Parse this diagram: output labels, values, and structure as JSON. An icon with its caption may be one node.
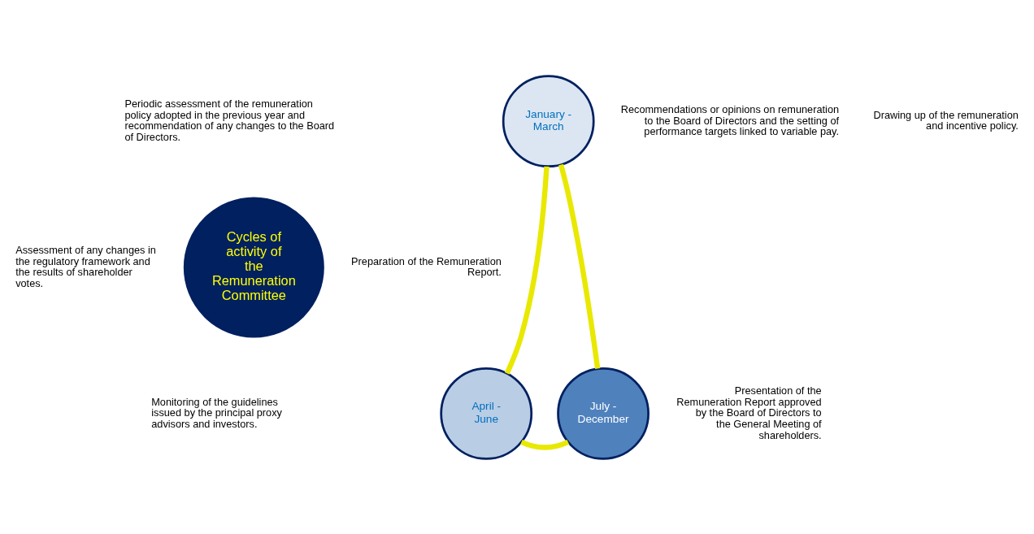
{
  "diagram": {
    "nodes": [
      {
        "text": [
          "January - March"
        ]
      },
      {
        "text": [
          "Cycles of activity of the Remuneration Committee"
        ]
      },
      {
        "text": [
          "July - December"
        ]
      },
      {
        "text": [
          "April - June"
        ]
      }
    ],
    "edges": [
      {
        "from": 0,
        "to": 3,
        "arrow": "none"
      },
      {
        "from": 3,
        "to": 2,
        "arrow": "none"
      },
      {
        "from": 2,
        "to": 0,
        "arrow": "none"
      }
    ],
    "labels": [
      "Periodic assessment of the remuneration policy adopted in the previous year and recommendation of any changes to the Board of Directors.",
      "Recommendations or opinions on remuneration to the Board of Directors and the setting of performance targets linked to variable pay.",
      "Drawing up of the remuneration and incentive policy.",
      "Assessment of any changes in the regulatory framework and the results of shareholder votes.",
      "Preparation of the Remuneration Report.",
      "Monitoring of the guidelines issued by the principal proxy advisors and investors.",
      "Presentation of the Remuneration Report approved by the Board of Directors to the General Meeting of shareholders."
    ]
  }
}
